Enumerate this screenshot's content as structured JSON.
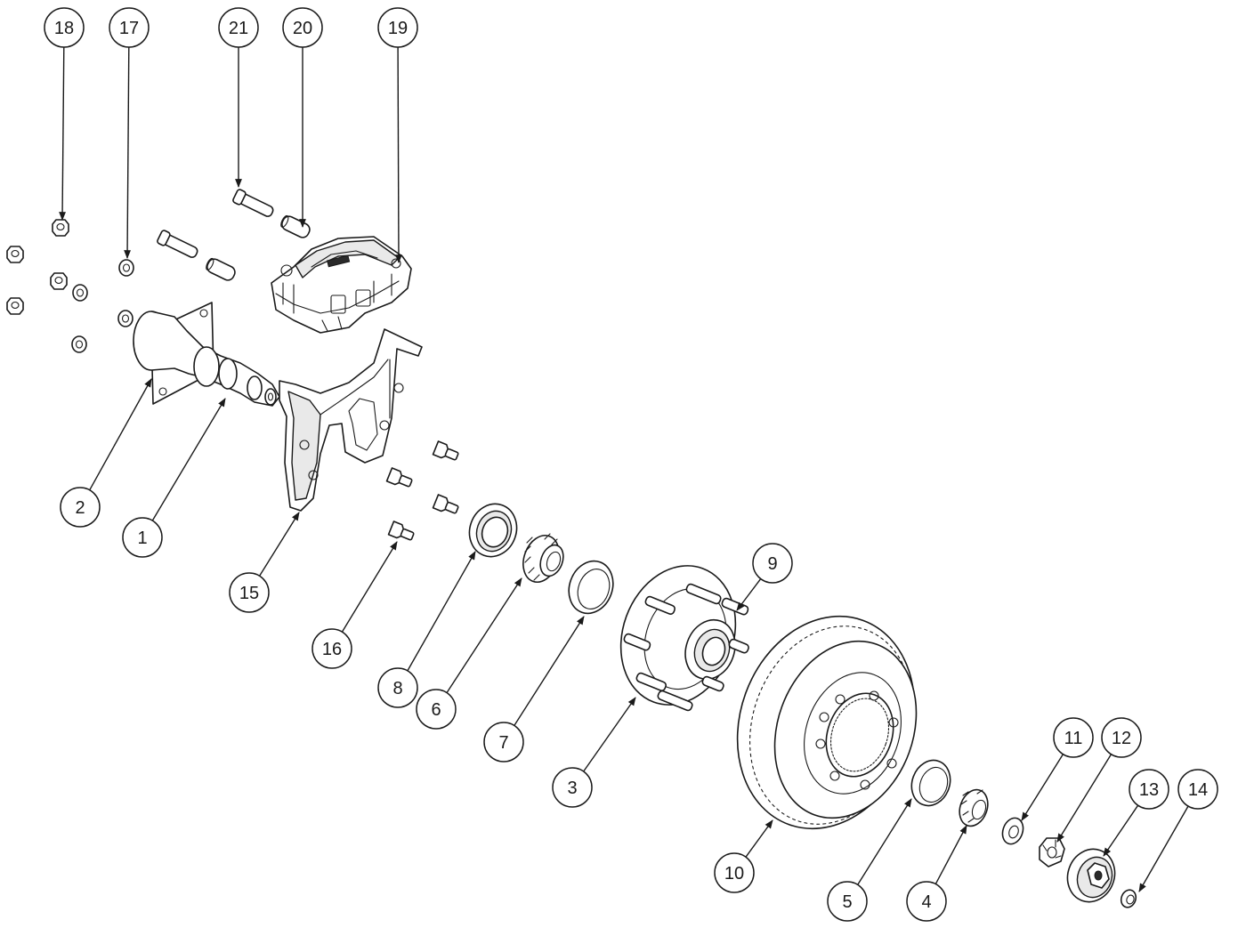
{
  "balloons": [
    {
      "id": "b18",
      "label": "18"
    },
    {
      "id": "b17",
      "label": "17"
    },
    {
      "id": "b21",
      "label": "21"
    },
    {
      "id": "b20",
      "label": "20"
    },
    {
      "id": "b19",
      "label": "19"
    },
    {
      "id": "b2",
      "label": "2"
    },
    {
      "id": "b1",
      "label": "1"
    },
    {
      "id": "b15",
      "label": "15"
    },
    {
      "id": "b16",
      "label": "16"
    },
    {
      "id": "b8",
      "label": "8"
    },
    {
      "id": "b6",
      "label": "6"
    },
    {
      "id": "b7",
      "label": "7"
    },
    {
      "id": "b9",
      "label": "9"
    },
    {
      "id": "b3",
      "label": "3"
    },
    {
      "id": "b10",
      "label": "10"
    },
    {
      "id": "b5",
      "label": "5"
    },
    {
      "id": "b4",
      "label": "4"
    },
    {
      "id": "b11",
      "label": "11"
    },
    {
      "id": "b12",
      "label": "12"
    },
    {
      "id": "b13",
      "label": "13"
    },
    {
      "id": "b14",
      "label": "14"
    }
  ]
}
